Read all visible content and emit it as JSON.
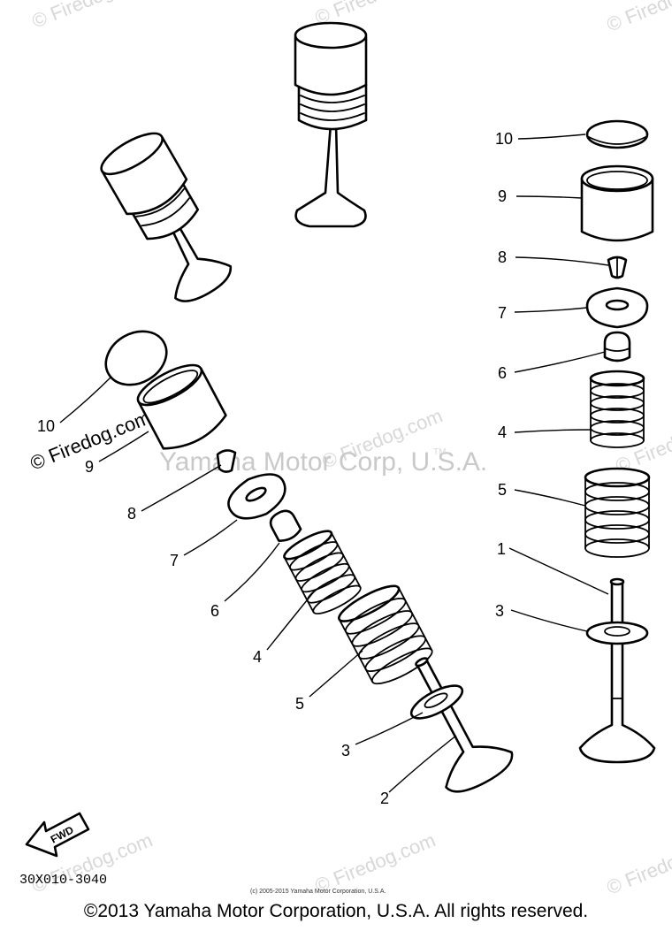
{
  "watermarks": {
    "firedog": "© Firedog.com",
    "yamaha": "Yamaha Motor Corp, U.S.A.",
    "tm": "TM"
  },
  "labels": {
    "one": "1",
    "two": "2",
    "three": "3",
    "four": "4",
    "five": "5",
    "six": "6",
    "seven": "7",
    "eight": "8",
    "nine": "9",
    "ten": "10"
  },
  "fwd_badge": "FWD",
  "diagram_code": "30X010-3040",
  "small_copyright": "(c) 2005-2015 Yamaha Motor Corporation, U.S.A.",
  "footer_copyright": "©2013 Yamaha Motor Corporation, U.S.A. All rights reserved."
}
